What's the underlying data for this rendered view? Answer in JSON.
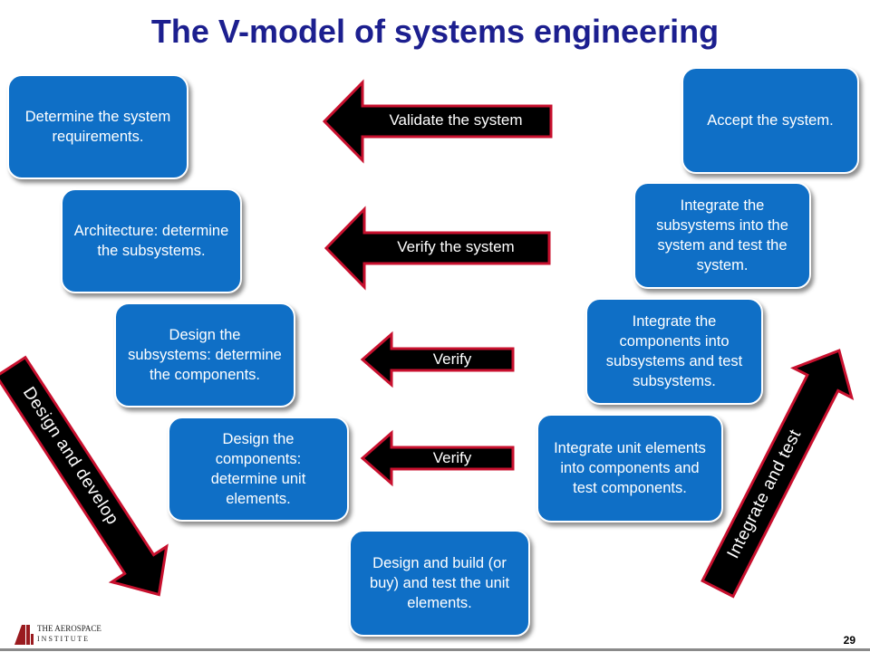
{
  "slide": {
    "title": "The V-model of systems engineering",
    "page_number": "29",
    "logo_text_line1": "THE AEROSPACE",
    "logo_text_line2": "I N S T I T U T E"
  },
  "left_boxes": [
    "Determine the system requirements.",
    "Architecture: determine the subsystems.",
    "Design the subsystems: determine the components.",
    "Design the components: determine unit elements."
  ],
  "bottom_box": "Design and build (or buy) and test the unit elements.",
  "right_boxes": [
    "Accept the system.",
    "Integrate the subsystems into the system and test the system.",
    "Integrate the components into subsystems and test subsystems.",
    "Integrate unit elements into components and test components."
  ],
  "arrows": [
    "Validate the system",
    "Verify the system",
    "Verify",
    "Verify"
  ],
  "diagonal_arrows": {
    "left": "Design and develop",
    "right": "Integrate and test"
  },
  "colors": {
    "title": "#1c1f8f",
    "box": "#0f6fc6",
    "arrow_fill": "#000000",
    "arrow_outline": "#c8102e"
  }
}
